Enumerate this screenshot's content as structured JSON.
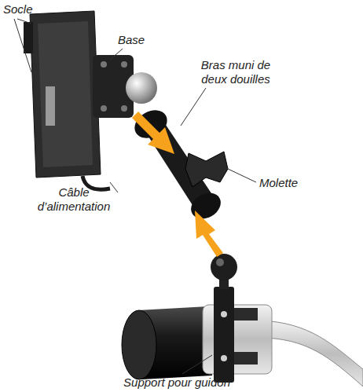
{
  "diagram": {
    "labels": [
      "Socle",
      "Base",
      "Bras muni de deux douilles",
      "Molette",
      "Câble d’alimentation",
      "Support pour guidon"
    ]
  }
}
